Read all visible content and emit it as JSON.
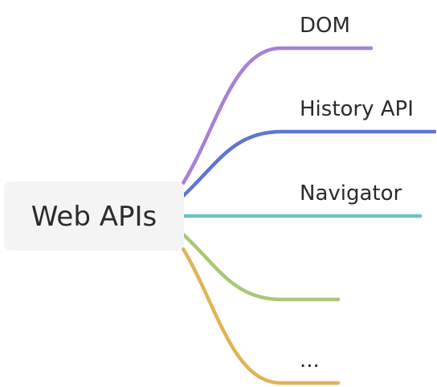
{
  "mindmap": {
    "root": {
      "label": "Web APIs"
    },
    "branches": [
      {
        "label": "DOM",
        "color": "#a681d8"
      },
      {
        "label": "History API",
        "color": "#5d75d3"
      },
      {
        "label": "Navigator",
        "color": "#6cc2c4"
      },
      {
        "label": "",
        "color": "#a9c774"
      },
      {
        "label": "...",
        "color": "#e0b456"
      }
    ]
  }
}
